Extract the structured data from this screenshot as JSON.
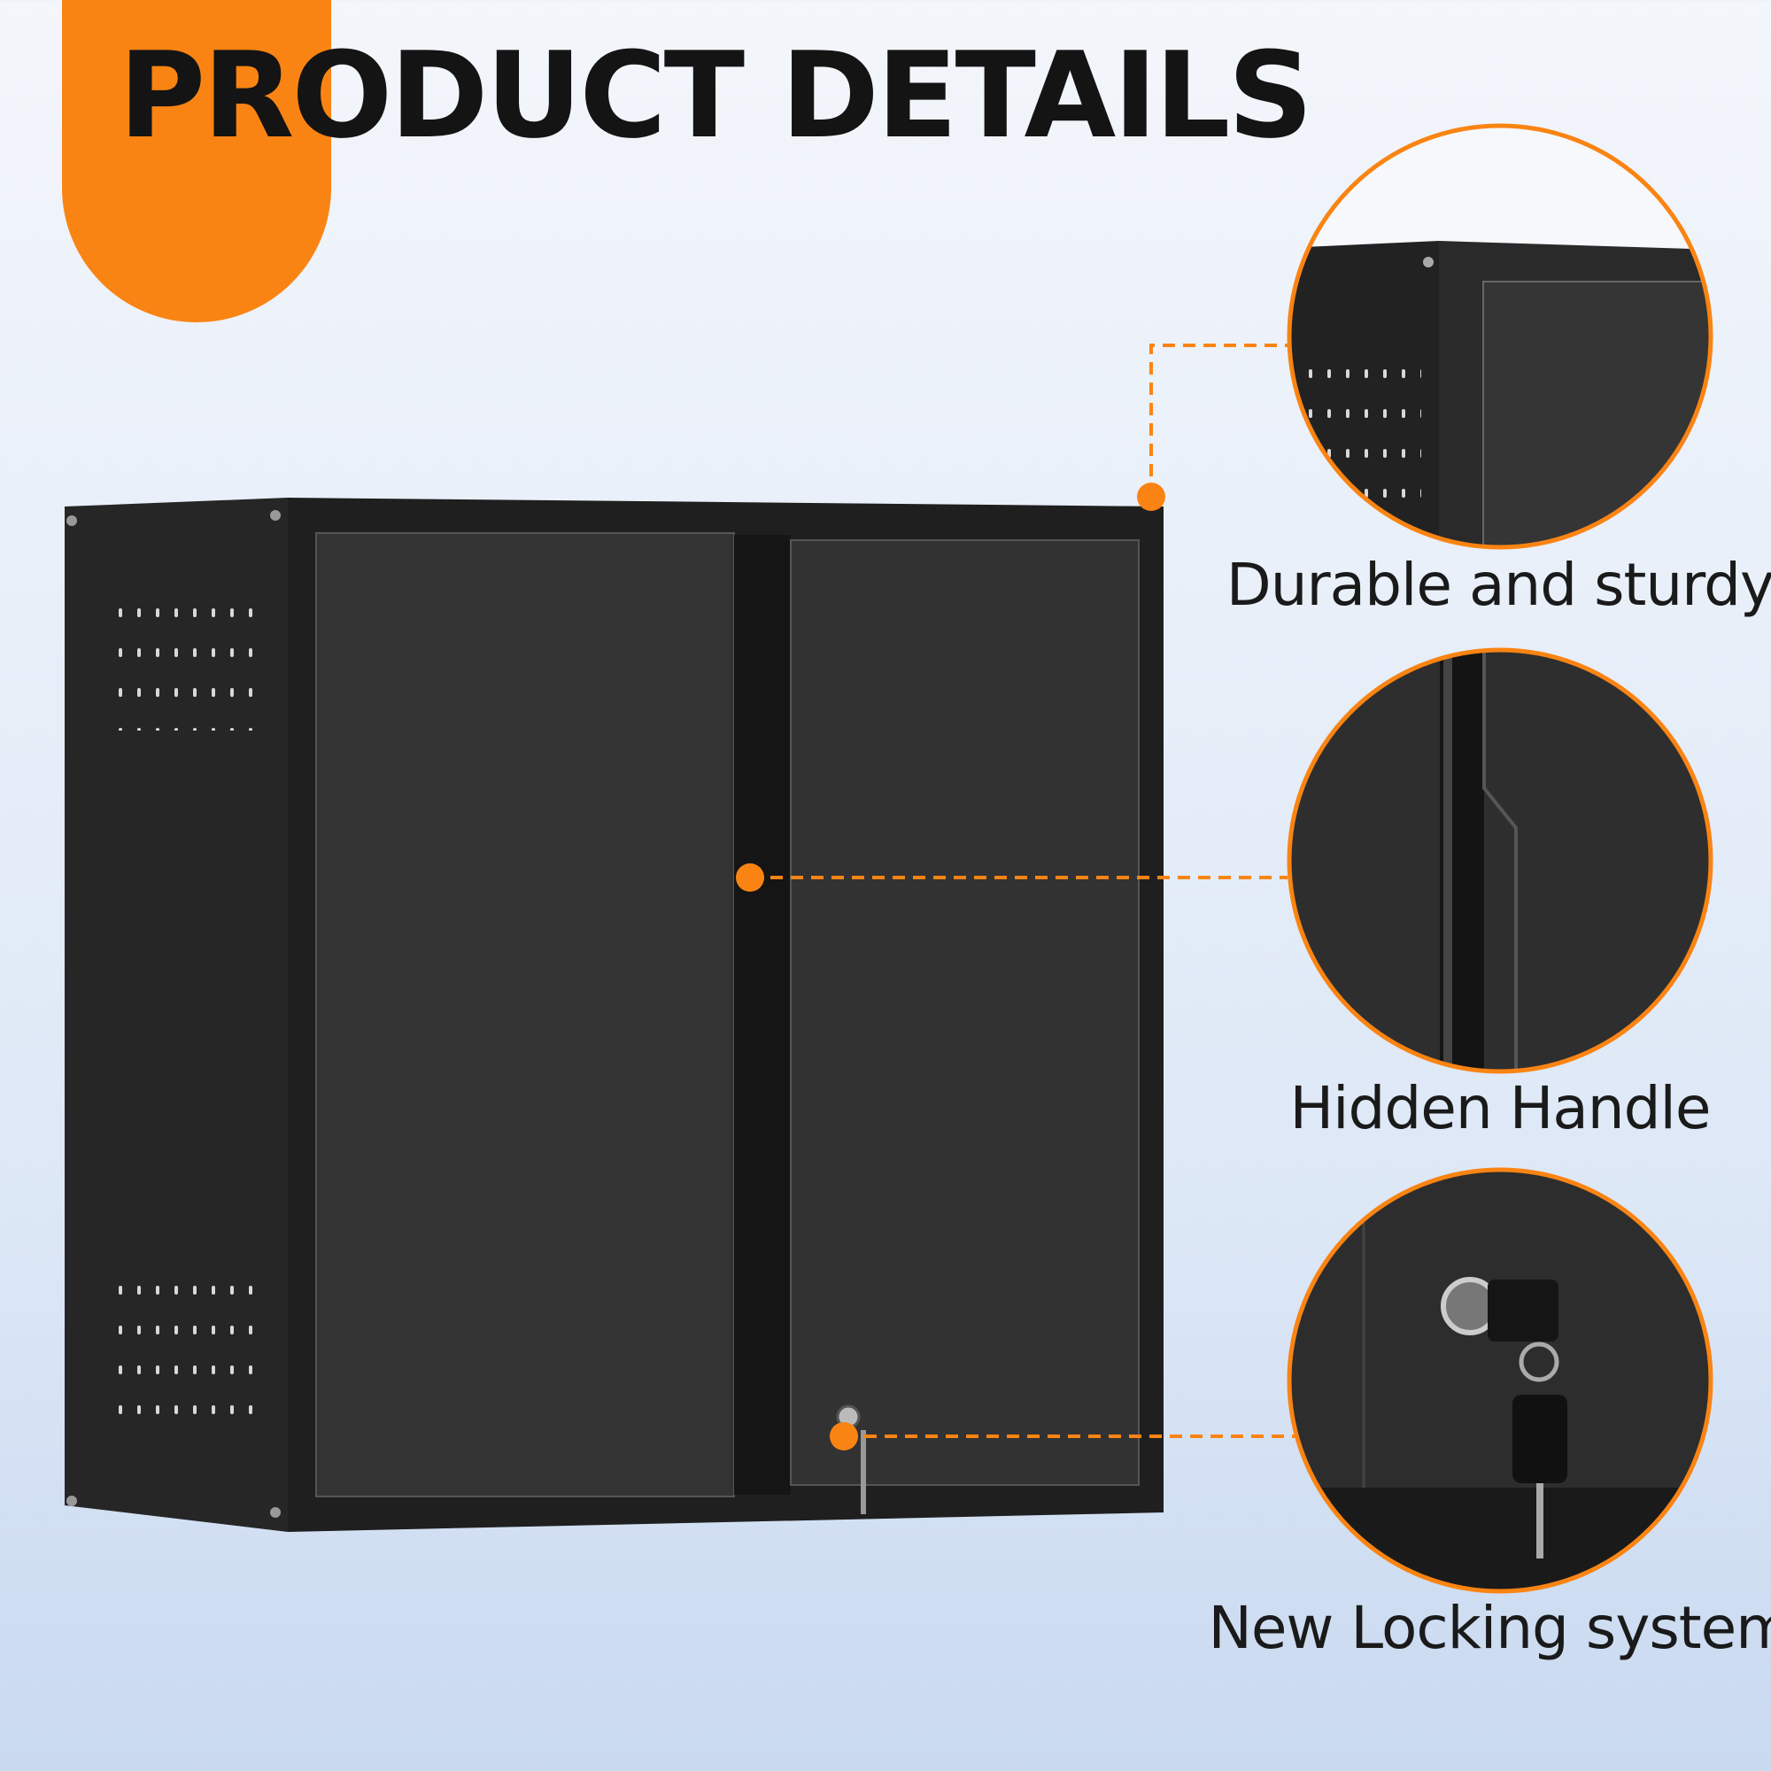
{
  "header": {
    "title": "PRODUCT DETAILS"
  },
  "colors": {
    "accent": "#fa8413",
    "cabinet": "#2c2c2c",
    "text": "#1a1a1a"
  },
  "features": [
    {
      "label": "Durable and sturdy",
      "icon": "cabinet-corner-closeup"
    },
    {
      "label": "Hidden Handle",
      "icon": "handle-closeup"
    },
    {
      "label": "New Locking system",
      "icon": "lock-key-closeup"
    }
  ]
}
